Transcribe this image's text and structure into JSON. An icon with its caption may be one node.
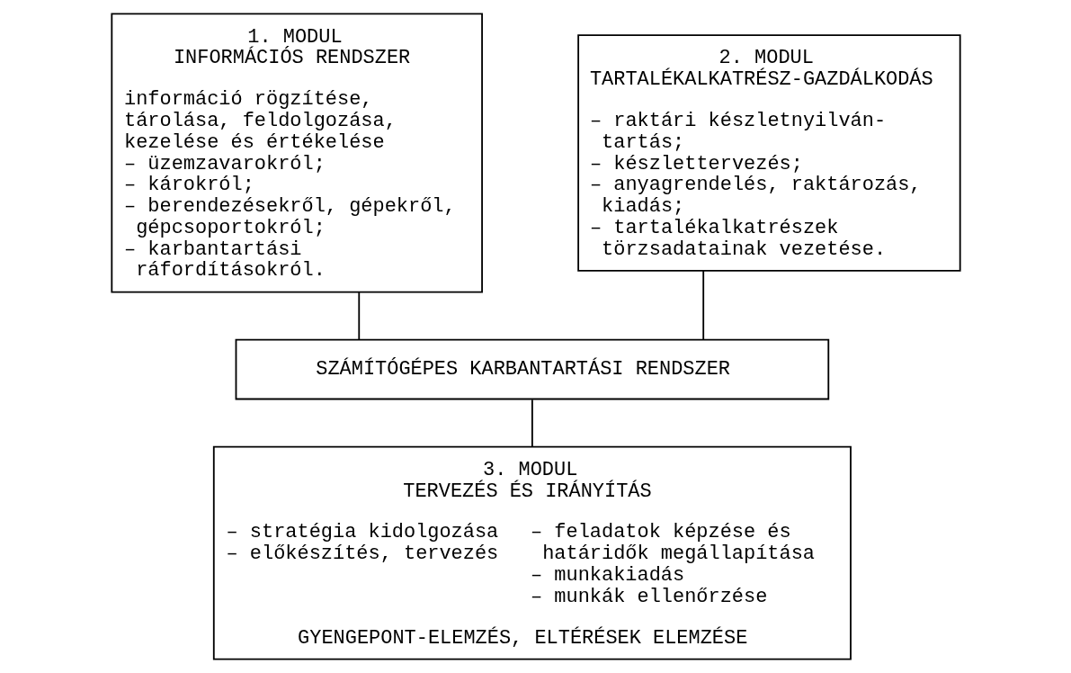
{
  "diagram": {
    "nodes": [
      {
        "text": [
          "1. MODUL",
          "INFORMÁCIÓS RENDSZER",
          "információ rögzítése, tárolása, feldolgozása, kezelése és értékelése",
          "– üzemzavarokról;",
          "– károkról;",
          "– berendezésekről, gépekről, gépcsoportokról;",
          "– karbantartási ráfordításokról."
        ]
      },
      {
        "text": [
          "2. MODUL",
          "TARTALÉKALKATRÉSZ-GAZDÁLKODÁS",
          "– raktári készletnyilván-tartás;",
          "– készlettervezés;",
          "– anyagrendelés, raktározás, kiadás;",
          "– tartalékalkatrészek törzsadatainak vezetése."
        ]
      },
      {
        "text": [
          "SZÁMÍTÓGÉPES KARBANTARTÁSI RENDSZER"
        ]
      },
      {
        "text": [
          "3. MODUL",
          "TERVEZÉS ÉS IRÁNYÍTÁS",
          "– stratégia kidolgozása",
          "– feladatok képzése és határidők megállapítása",
          "– előkészítés, tervezés",
          "– munkakiadás",
          "– munkák ellenőrzése",
          "GYENGEPONT-ELEMZÉS, ELTÉRÉSEK ELEMZÉSE"
        ]
      }
    ],
    "edges": [
      {
        "from": 0,
        "to": 2,
        "arrow": "none"
      },
      {
        "from": 1,
        "to": 2,
        "arrow": "none"
      },
      {
        "from": 2,
        "to": 3,
        "arrow": "none"
      }
    ]
  }
}
